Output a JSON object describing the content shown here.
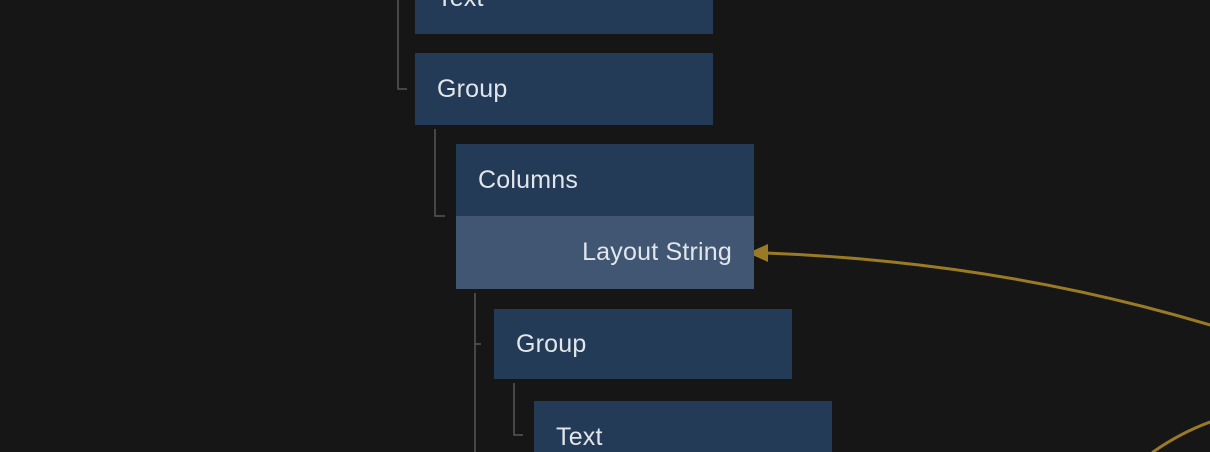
{
  "colors": {
    "background": "#161616",
    "node_fill": "#233b56",
    "port_row_fill": "#415673",
    "tree_line": "#565656",
    "connection": "#9a7a24",
    "label_text": "#e2e6eb"
  },
  "tree": {
    "nodes": [
      {
        "id": "text-1",
        "label": "Text",
        "depth": 0
      },
      {
        "id": "group-1",
        "label": "Group",
        "depth": 0
      },
      {
        "id": "columns-1",
        "label": "Columns",
        "depth": 1,
        "parent": "group-1",
        "ports": [
          {
            "label": "Layout String",
            "highlighted": true,
            "has_incoming_connection": true
          }
        ]
      },
      {
        "id": "group-2",
        "label": "Group",
        "depth": 2,
        "parent": "columns-1"
      },
      {
        "id": "text-2",
        "label": "Text",
        "depth": 3,
        "parent": "group-2"
      }
    ]
  },
  "connections": [
    {
      "to": "columns-1.Layout String",
      "from": "off-screen-right",
      "style": "curved-arrow"
    },
    {
      "from": "off-screen-bottom-right",
      "to": "off-screen-right",
      "style": "curved"
    }
  ]
}
